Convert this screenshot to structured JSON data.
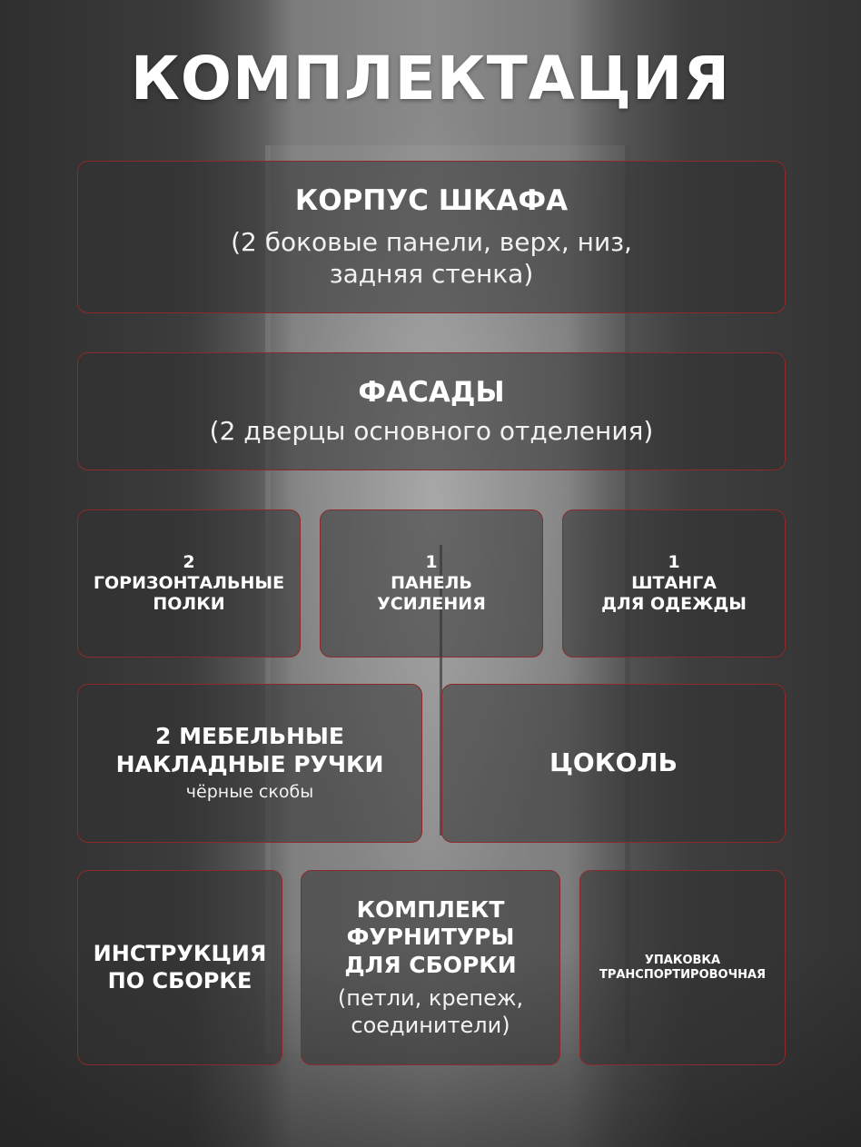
{
  "title": "КОМПЛЕКТАЦИЯ",
  "cards": {
    "corpus": {
      "heading": "КОРПУС ШКАФА",
      "sub_line1": "(2 боковые панели, верх, низ,",
      "sub_line2": "задняя стенка)"
    },
    "facades": {
      "heading": "ФАСАДЫ",
      "sub": "(2 дверцы основного отделения)"
    },
    "shelves": {
      "line1": "2",
      "line2": "ГОРИЗОНТАЛЬНЫЕ",
      "line3": "ПОЛКИ"
    },
    "panel": {
      "line1": "1",
      "line2": "ПАНЕЛЬ",
      "line3": "УСИЛЕНИЯ"
    },
    "rod": {
      "line1": "1",
      "line2": "ШТАНГА",
      "line3": "ДЛЯ ОДЕЖДЫ"
    },
    "handles": {
      "line1": "2 МЕБЕЛЬНЫЕ",
      "line2": "НАКЛАДНЫЕ РУЧКИ",
      "sub": "чёрные скобы"
    },
    "plinth": {
      "heading": "ЦОКОЛЬ"
    },
    "manual": {
      "line1": "ИНСТРУКЦИЯ",
      "line2": "ПО СБОРКЕ"
    },
    "hardware": {
      "line1": "КОМПЛЕКТ",
      "line2": "ФУРНИТУРЫ",
      "line3": "ДЛЯ СБОРКИ",
      "sub_line1": "(петли, крепеж,",
      "sub_line2": "соединители)"
    },
    "packaging": {
      "line1": "УПАКОВКА",
      "line2": "ТРАНСПОРТИРОВОЧНАЯ"
    }
  },
  "colors": {
    "card_border": "#8b2a2a",
    "text": "#ffffff"
  }
}
